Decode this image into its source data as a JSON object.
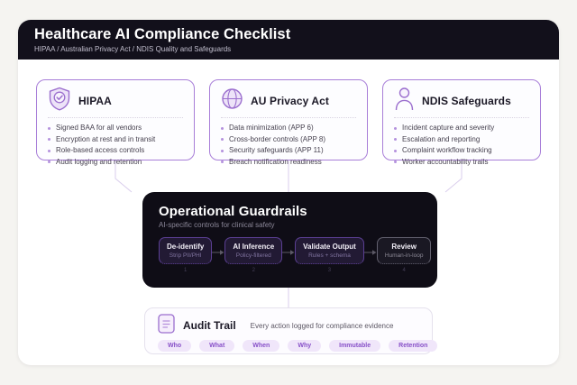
{
  "header": {
    "title": "Healthcare AI Compliance Checklist",
    "subtitle": "HIPAA / Australian Privacy Act / NDIS Quality and Safeguards"
  },
  "cards": [
    {
      "icon": "shield-check-icon",
      "title": "HIPAA",
      "items": [
        "Signed BAA for all vendors",
        "Encryption at rest and in transit",
        "Role-based access controls",
        "Audit logging and retention"
      ]
    },
    {
      "icon": "globe-icon",
      "title": "AU Privacy Act",
      "items": [
        "Data minimization (APP 6)",
        "Cross-border controls (APP 8)",
        "Security safeguards (APP 11)",
        "Breach notification readiness"
      ]
    },
    {
      "icon": "person-icon",
      "title": "NDIS Safeguards",
      "items": [
        "Incident capture and severity",
        "Escalation and reporting",
        "Complaint workflow tracking",
        "Worker accountability trails"
      ]
    }
  ],
  "guardrails": {
    "title": "Operational Guardrails",
    "subtitle": "AI-specific controls for clinical safety",
    "steps": [
      {
        "num": "1",
        "title": "De-identify",
        "sub": "Strip PII/PHI"
      },
      {
        "num": "2",
        "title": "AI Inference",
        "sub": "Policy-filtered"
      },
      {
        "num": "3",
        "title": "Validate Output",
        "sub": "Rules + schema"
      },
      {
        "num": "4",
        "title": "Review",
        "sub": "Human-in-loop"
      }
    ]
  },
  "audit": {
    "icon": "document-lines-icon",
    "title": "Audit Trail",
    "description": "Every action logged for compliance evidence",
    "chips": [
      "Who",
      "What",
      "When",
      "Why",
      "Immutable",
      "Retention"
    ]
  },
  "colors": {
    "page_bg": "#f5f4f1",
    "header_bg": "#12101b",
    "accent_purple": "#a87ed8",
    "panel_bg": "#0f0d16",
    "step_border": "#5b3f93",
    "chip_bg": "#f0e6fa",
    "chip_text": "#8750c8",
    "connector": "#d9cdec"
  }
}
